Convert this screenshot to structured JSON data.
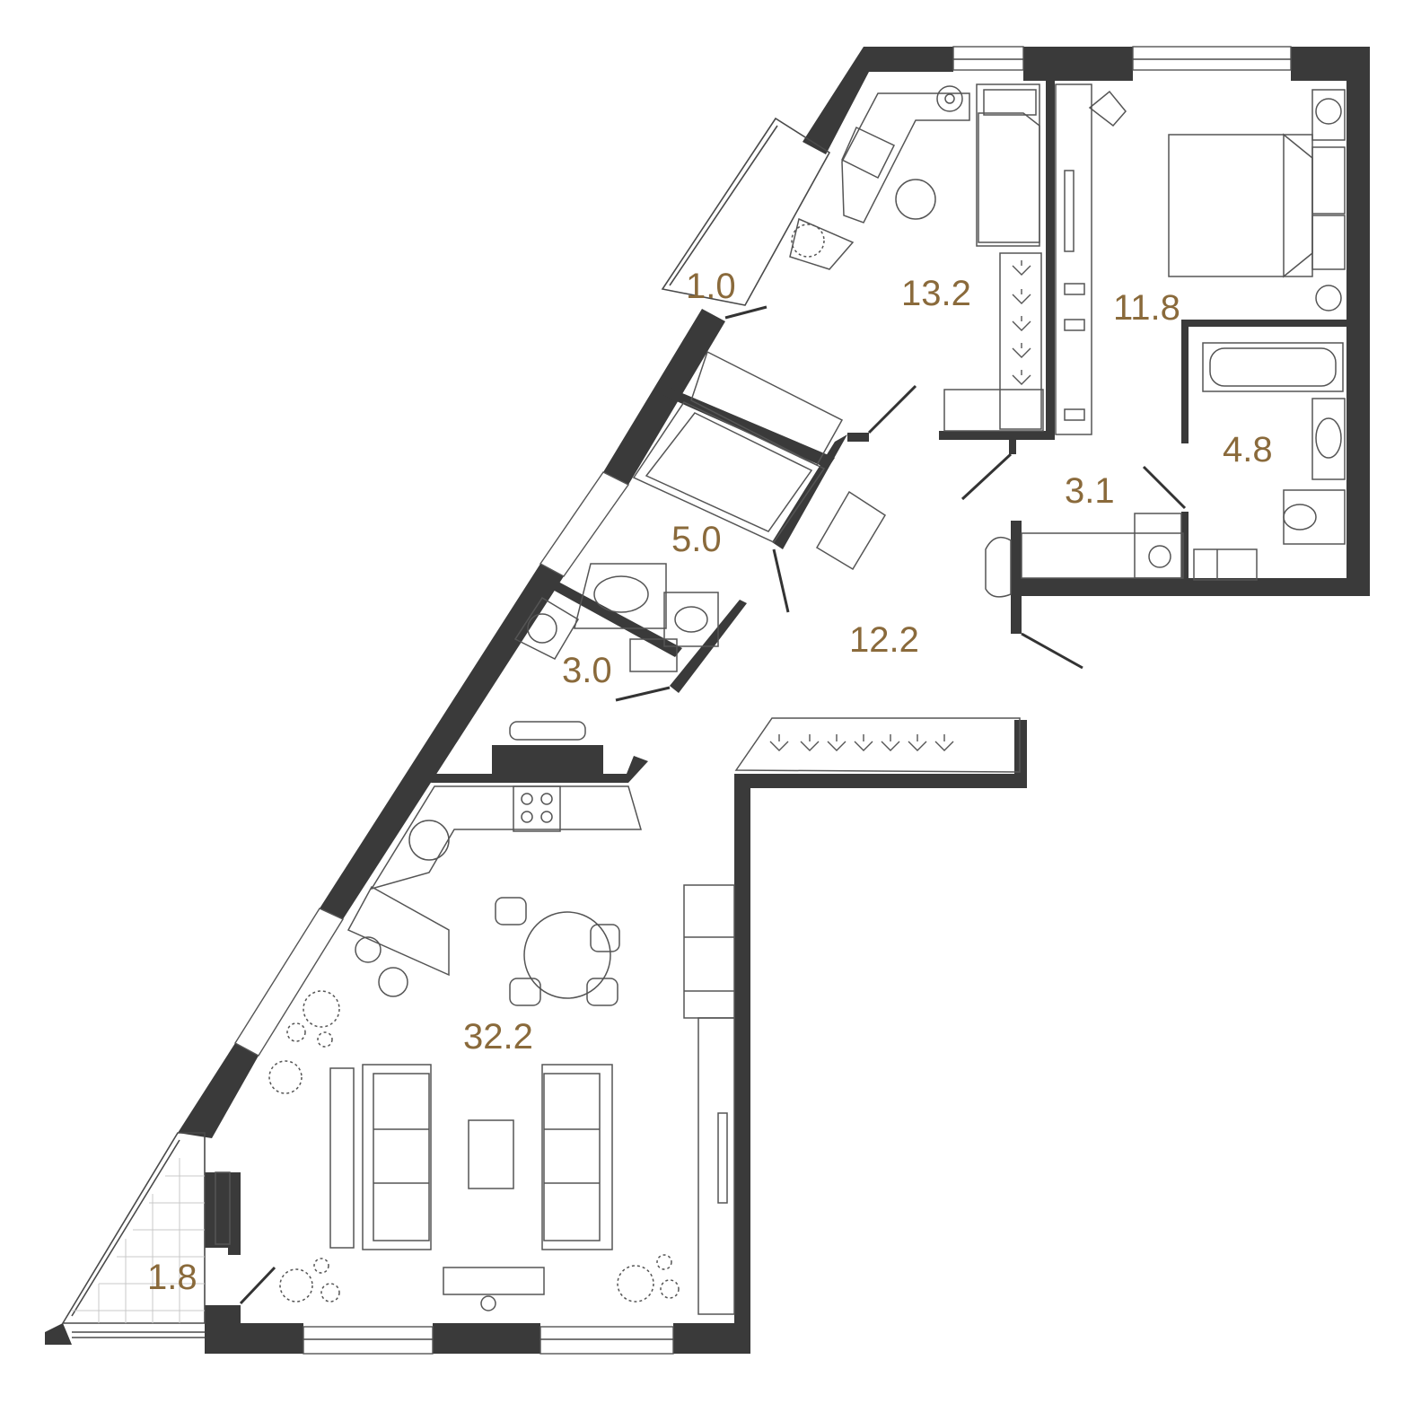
{
  "colors": {
    "wall": "#3a3a3a",
    "label": "#8a6a3b",
    "background": "#ffffff"
  },
  "rooms": [
    {
      "id": "balcony-top",
      "area": "1.0"
    },
    {
      "id": "study",
      "area": "13.2"
    },
    {
      "id": "bedroom",
      "area": "11.8"
    },
    {
      "id": "master-bath",
      "area": "4.8"
    },
    {
      "id": "wardrobe",
      "area": "3.1"
    },
    {
      "id": "bathroom",
      "area": "5.0"
    },
    {
      "id": "laundry",
      "area": "3.0"
    },
    {
      "id": "hall",
      "area": "12.2"
    },
    {
      "id": "living-kitchen",
      "area": "32.2"
    },
    {
      "id": "balcony-bottom",
      "area": "1.8"
    }
  ]
}
